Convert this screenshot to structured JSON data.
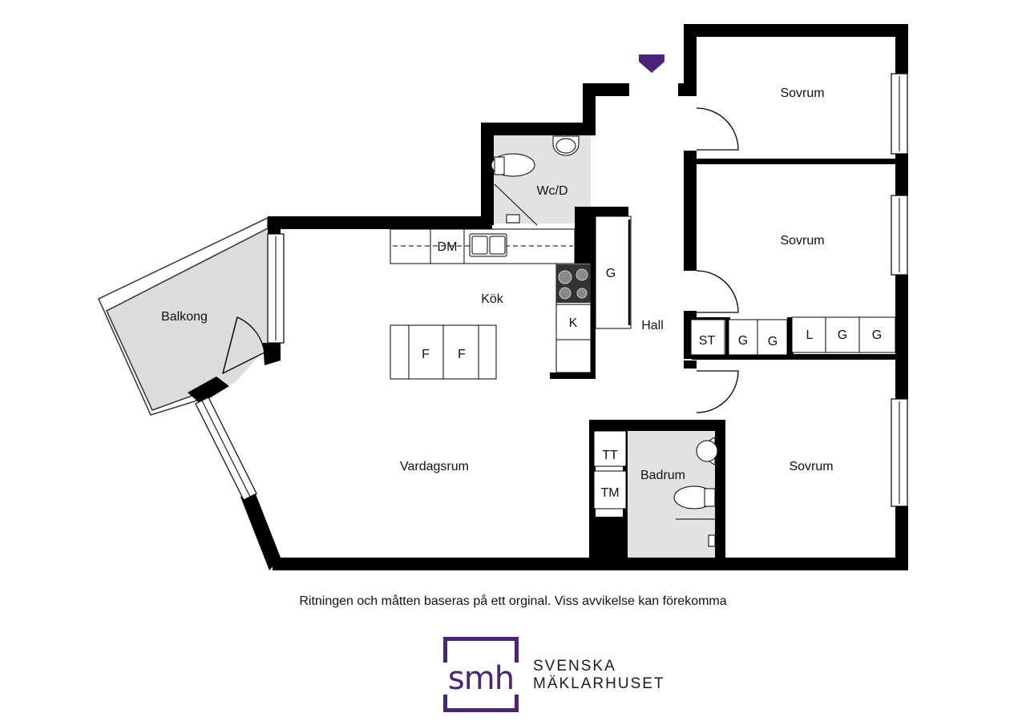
{
  "rooms": {
    "sovrum_1": "Sovrum",
    "sovrum_2": "Sovrum",
    "sovrum_3": "Sovrum",
    "wc": "Wc/D",
    "kok": "Kök",
    "hall": "Hall",
    "balkong": "Balkong",
    "vardagsrum": "Vardagsrum",
    "badrum": "Badrum"
  },
  "fixtures": {
    "dm": "DM",
    "k": "K",
    "g_kitchen": "G",
    "f1": "F",
    "f2": "F",
    "st": "ST",
    "g1": "G",
    "g2": "G",
    "l": "L",
    "g3": "G",
    "g4": "G",
    "tt": "TT",
    "tm": "TM"
  },
  "disclaimer": "Ritningen och måtten baseras på ett orginal. Viss avvikelse kan förekomma",
  "logo": {
    "mark": "smh",
    "line1": "SVENSKA",
    "line2": "MÄKLARHUSET"
  },
  "colors": {
    "wall": "#000000",
    "wet_room": "#e2e2e2",
    "balcony": "#dcdcdc",
    "entrance_arrow": "#4b2378",
    "brand": "#4b2378"
  }
}
